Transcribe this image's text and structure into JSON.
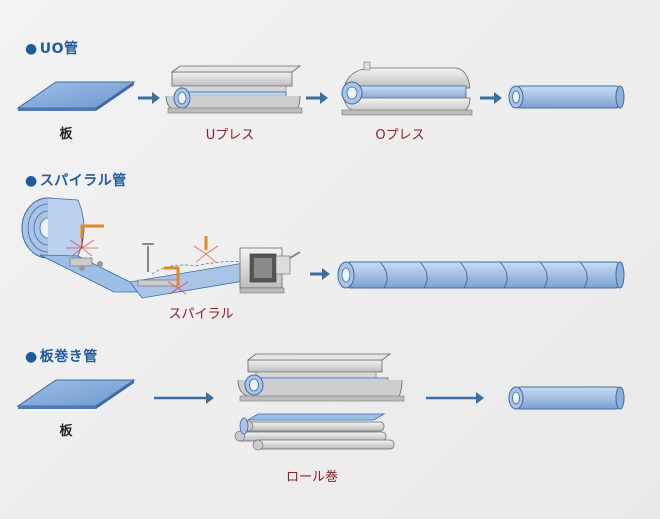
{
  "uo": {
    "title": "UO管",
    "plate_label": "板",
    "upress_label": "Uプレス",
    "opress_label": "Oプレス"
  },
  "spiral": {
    "title": "スパイラル管",
    "step_label": "スパイラル"
  },
  "bending": {
    "title": "板巻き管",
    "plate_label": "板",
    "roll_label": "ロール巻"
  },
  "colors": {
    "title": "#1e5d9c",
    "arrow": "#3b6f9e",
    "plate_fill": "#7ea6d6",
    "pipe_fill": "#a9c4e6",
    "step_label": "#8a1f2b"
  }
}
